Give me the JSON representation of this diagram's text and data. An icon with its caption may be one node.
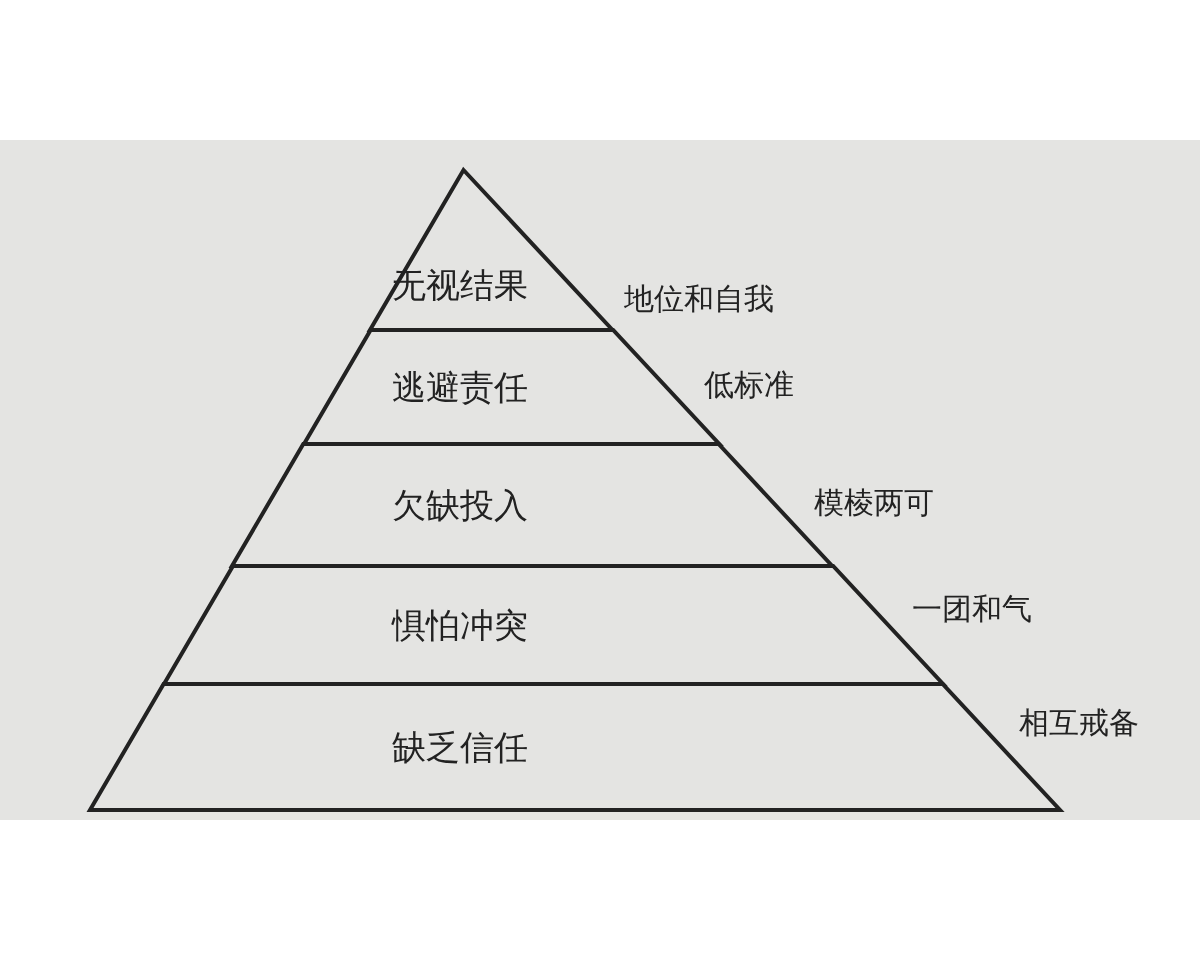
{
  "diagram": {
    "nodes": [
      {
        "text": [
          "无视结果"
        ],
        "beside": [
          "地位和自我"
        ]
      },
      {
        "text": [
          "逃避责任"
        ],
        "beside": [
          "低标准"
        ]
      },
      {
        "text": [
          "欠缺投入"
        ],
        "beside": [
          "模棱两可"
        ]
      },
      {
        "text": [
          "惧怕冲突"
        ],
        "beside": [
          "一团和气"
        ]
      },
      {
        "text": [
          "缺乏信任"
        ],
        "beside": [
          "相互戒备"
        ]
      }
    ]
  }
}
